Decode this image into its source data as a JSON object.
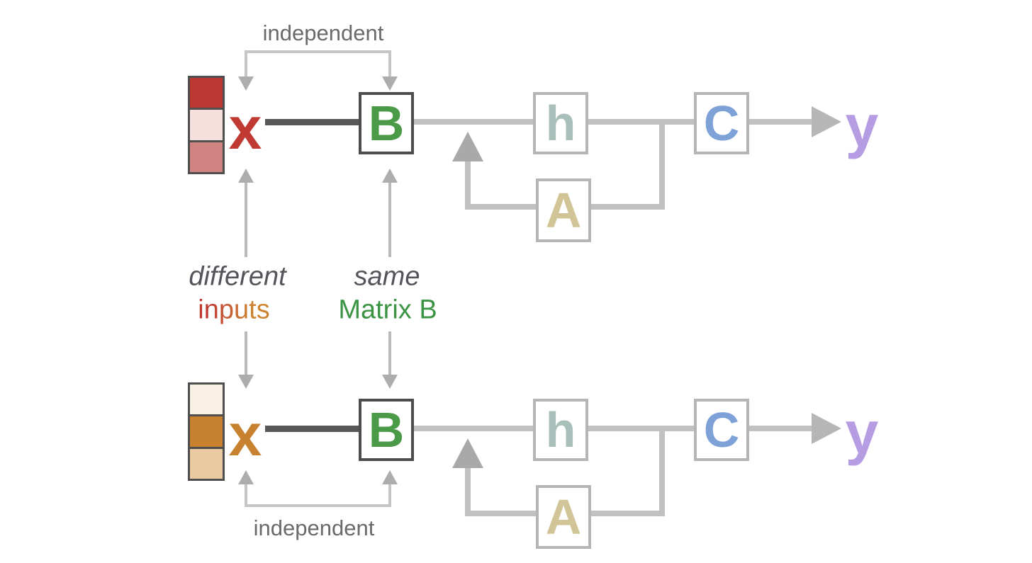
{
  "colors": {
    "dark_line": "#575757",
    "flow_line": "#c1c1c1",
    "bracket_line": "#c6c6c6",
    "arrowhead_gray": "#a9a9a9",
    "small_arrow_gray": "#adadad",
    "big_arrow_gray": "#b6b6b6",
    "independent_text": "#6a6a6a",
    "italic_text": "#53555a",
    "b_letter_green": "#4a9a47",
    "matrix_b_green": "#3b9444",
    "h_teal": "#a8bfba",
    "c_blue": "#7ea2d8",
    "a_khaki": "#d1c496",
    "y_purple": "#b69ce3",
    "x_red": "#c03a33",
    "x_orange": "#c8822f",
    "box_border_dark": "#4d4d4d",
    "box_border_light": "#b5b5b5",
    "inputs_gradient": [
      "#c03a33",
      "#cd8430"
    ]
  },
  "flows": [
    {
      "name": "top",
      "independent_label": "independent",
      "input_symbol": "x",
      "input_color": "#c03a33",
      "vector_colors": [
        "#bb3732",
        "#f6e0de",
        "#d08381"
      ],
      "blocks": {
        "B": "B",
        "h": "h",
        "C": "C",
        "A": "A"
      },
      "output_symbol": "y",
      "output_color": "#b69ce3"
    },
    {
      "name": "bottom",
      "independent_label": "independent",
      "input_symbol": "x",
      "input_color": "#c8822f",
      "vector_colors": [
        "#f8f0e3",
        "#c8822f",
        "#e9caa1"
      ],
      "blocks": {
        "B": "B",
        "h": "h",
        "C": "C",
        "A": "A"
      },
      "output_symbol": "y",
      "output_color": "#b69ce3"
    }
  ],
  "center_labels": {
    "different": "different",
    "inputs": "inputs",
    "same": "same",
    "matrix_b": "Matrix B"
  }
}
